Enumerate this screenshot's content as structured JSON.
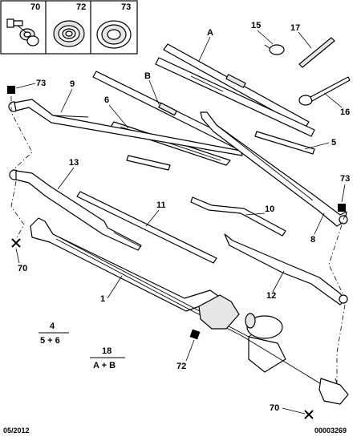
{
  "header_parts": [
    {
      "ref": "70",
      "icon": "bolt-washer-icon"
    },
    {
      "ref": "72",
      "icon": "seal-ring-icon"
    },
    {
      "ref": "73",
      "icon": "nut-cap-icon"
    }
  ],
  "callouts": {
    "A": "A",
    "B": "B",
    "p15": "15",
    "p17": "17",
    "p16": "16",
    "p5": "5",
    "p73_left": "73",
    "p9": "9",
    "p6": "6",
    "p73_right": "73",
    "p13": "13",
    "p11": "11",
    "p10": "10",
    "p8": "8",
    "p70_left": "70",
    "p12": "12",
    "p1": "1",
    "p72": "72",
    "p70_bottom": "70"
  },
  "groups": [
    {
      "top": "4",
      "bottom": "5 + 6"
    },
    {
      "top": "18",
      "bottom": "A + B"
    }
  ],
  "footer": {
    "date": "05/2012",
    "code": "00003269"
  },
  "colors": {
    "line": "#000000",
    "fill": "#ffffff",
    "shade": "#e6e6e6"
  }
}
